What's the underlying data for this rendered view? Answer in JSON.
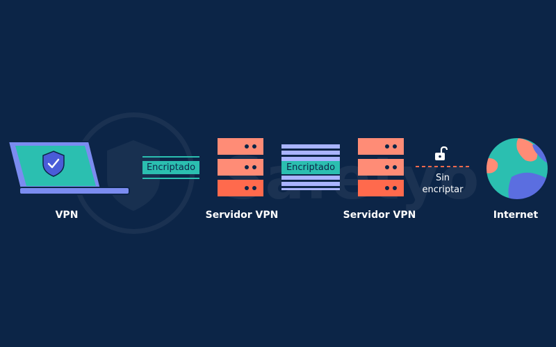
{
  "colors": {
    "background": "#0c2547",
    "laptop_body": "#7b8cf0",
    "laptop_screen": "#2bbfb0",
    "server": "#ff8c76",
    "server_dark": "#ff6a4d",
    "tunnel_green": "#2bbfb0",
    "tunnel_purple": "#a9b4ff",
    "globe_water": "#2bbfb0",
    "globe_land_orange": "#ff8c76",
    "globe_land_purple": "#5b6ee0",
    "dashed_line": "#ff6a4d"
  },
  "nodes": {
    "vpn": {
      "label": "VPN"
    },
    "server1": {
      "label": "Servidor VPN"
    },
    "server2": {
      "label": "Servidor VPN"
    },
    "internet": {
      "label": "Internet"
    }
  },
  "links": {
    "link1": {
      "label": "Encriptado"
    },
    "link2": {
      "label": "Encriptado"
    },
    "link3": {
      "line1": "Sin",
      "line2": "encriptar"
    }
  },
  "watermark": {
    "text": "Safetyo"
  }
}
